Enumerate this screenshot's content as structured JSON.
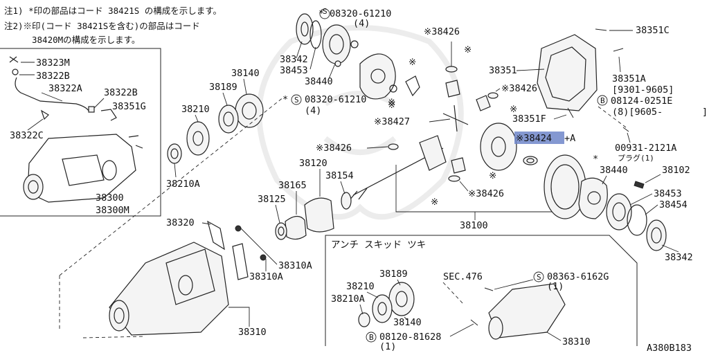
{
  "diagram_code": "A380B183",
  "notes": [
    "注1) *印の部品はコード 38421S の構成を示します。",
    "注2)※印(コード 38421Sを含む)の部品はコード",
    "38420Mの構成を示します。"
  ],
  "inset_top_left": {
    "labels": [
      "38323M",
      "38322B",
      "38322A",
      "38322B",
      "38351G",
      "38322C",
      "38300",
      "38300M"
    ]
  },
  "inset_bottom_right": {
    "title": "アンチ スキッド ツキ",
    "sec_label": "SEC.476",
    "labels": [
      "38189",
      "38210",
      "38210A",
      "38140",
      "38310"
    ],
    "bolt_s_label": "08363-6162G",
    "bolt_s_qty": "(1)",
    "bolt_b_label": "08120-81628",
    "bolt_b_qty": "(1)"
  },
  "labels": {
    "screw_top": "08320-61210",
    "screw_top_qty": "(4)",
    "screw_mid": "08320-61210",
    "screw_mid_qty": "(4)",
    "p38342_top": "38342",
    "p38453_top": "38453",
    "p38440_top": "38440",
    "p38140": "38140",
    "p38189": "38189",
    "p38210": "38210",
    "p38210A": "38210A",
    "p38426_a": "※38426",
    "p38426_b": "※38426",
    "p38426_c": "※38426",
    "p38426_d": "※38426",
    "p38427": "※38427",
    "p38424": "※38424",
    "p38424_suffix": "+A",
    "p38120": "38120",
    "p38154": "38154",
    "p38165": "38165",
    "p38125": "38125",
    "p38100": "38100",
    "p38351C": "38351C",
    "p38351": "38351",
    "p38351A": "38351A",
    "p38351A_range": "[9301-9605]",
    "bolt_b_cover": "08124-0251E",
    "bolt_b_cover_qty": "(8)[9605-",
    "bolt_b_cover_end": "]",
    "p38351F": "38351F",
    "plug_part": "00931-2121A",
    "plug_name": "プラグ(1)",
    "p38440_right": "38440",
    "p38102": "38102",
    "p38453_right": "38453",
    "p38454": "38454",
    "p38342_right": "38342",
    "p38320": "38320",
    "p38310A_a": "38310A",
    "p38310A_b": "38310A",
    "p38310": "38310",
    "mark_star": "*",
    "mark_kome": "※"
  },
  "colors": {
    "highlight": "#6f86c9",
    "ink": "#222222"
  }
}
